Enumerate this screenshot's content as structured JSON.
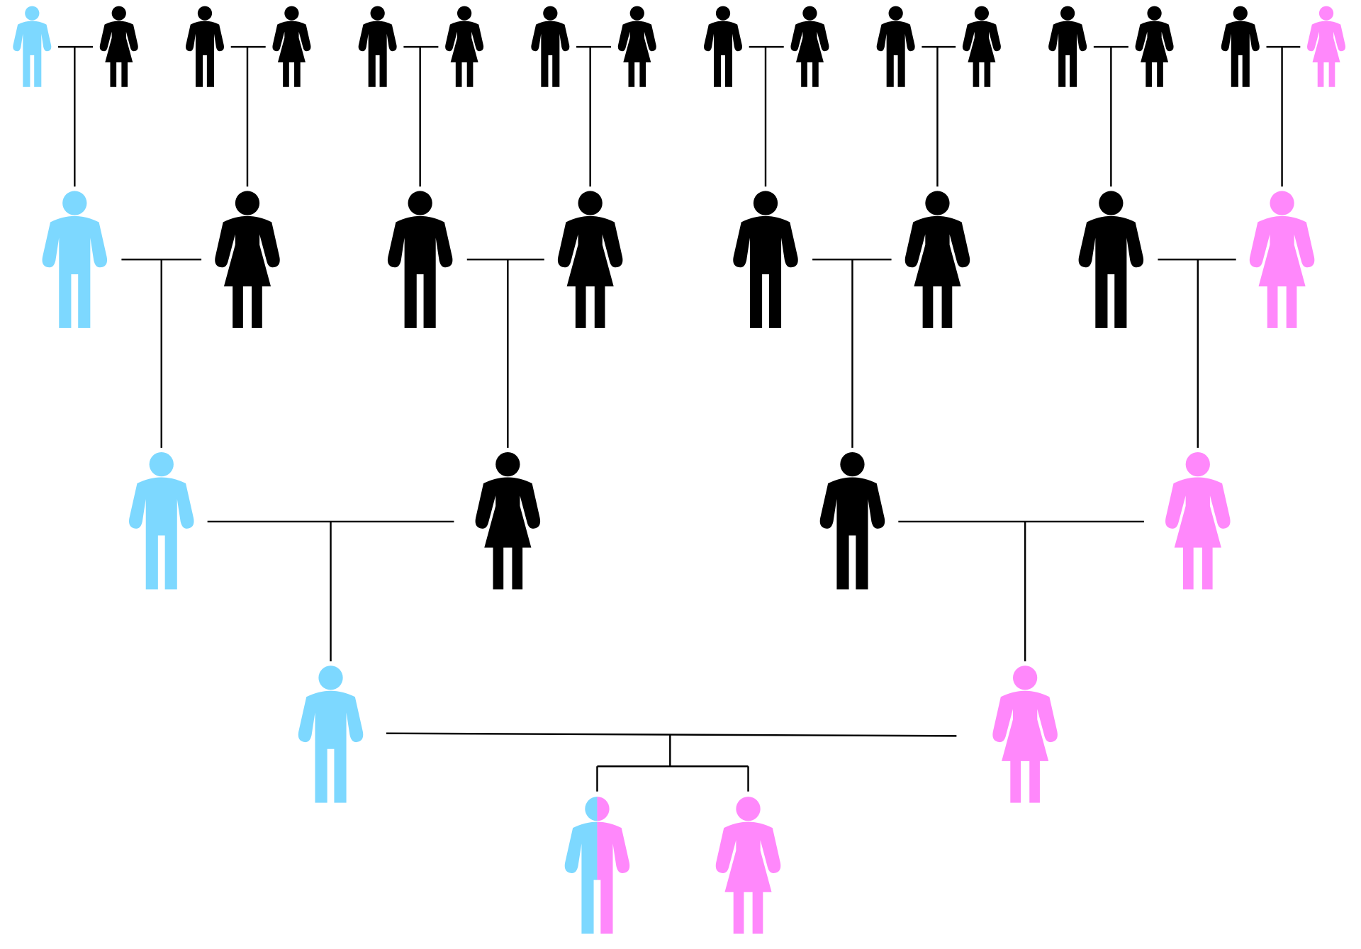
{
  "colors": {
    "lineage_blue": "#7dd8ff",
    "lineage_pink": "#ff88fb",
    "other": "#000000",
    "connector": "#000000"
  },
  "pedigree": {
    "generations": [
      [
        {
          "sex": "male",
          "color": "lineage_blue"
        },
        {
          "sex": "female",
          "color": "other"
        },
        {
          "sex": "male",
          "color": "other"
        },
        {
          "sex": "female",
          "color": "other"
        },
        {
          "sex": "male",
          "color": "other"
        },
        {
          "sex": "female",
          "color": "other"
        },
        {
          "sex": "male",
          "color": "other"
        },
        {
          "sex": "female",
          "color": "other"
        },
        {
          "sex": "male",
          "color": "other"
        },
        {
          "sex": "female",
          "color": "other"
        },
        {
          "sex": "male",
          "color": "other"
        },
        {
          "sex": "female",
          "color": "other"
        },
        {
          "sex": "male",
          "color": "other"
        },
        {
          "sex": "female",
          "color": "other"
        },
        {
          "sex": "male",
          "color": "other"
        },
        {
          "sex": "female",
          "color": "lineage_pink"
        }
      ],
      [
        {
          "sex": "male",
          "color": "lineage_blue"
        },
        {
          "sex": "female",
          "color": "other"
        },
        {
          "sex": "male",
          "color": "other"
        },
        {
          "sex": "female",
          "color": "other"
        },
        {
          "sex": "male",
          "color": "other"
        },
        {
          "sex": "female",
          "color": "other"
        },
        {
          "sex": "male",
          "color": "other"
        },
        {
          "sex": "female",
          "color": "lineage_pink"
        }
      ],
      [
        {
          "sex": "male",
          "color": "lineage_blue"
        },
        {
          "sex": "female",
          "color": "other"
        },
        {
          "sex": "male",
          "color": "other"
        },
        {
          "sex": "female",
          "color": "lineage_pink"
        }
      ],
      [
        {
          "sex": "male",
          "color": "lineage_blue"
        },
        {
          "sex": "female",
          "color": "lineage_pink"
        }
      ],
      [
        {
          "sex": "male",
          "color": "lineage_blue+lineage_pink"
        },
        {
          "sex": "female",
          "color": "lineage_pink"
        }
      ]
    ]
  }
}
